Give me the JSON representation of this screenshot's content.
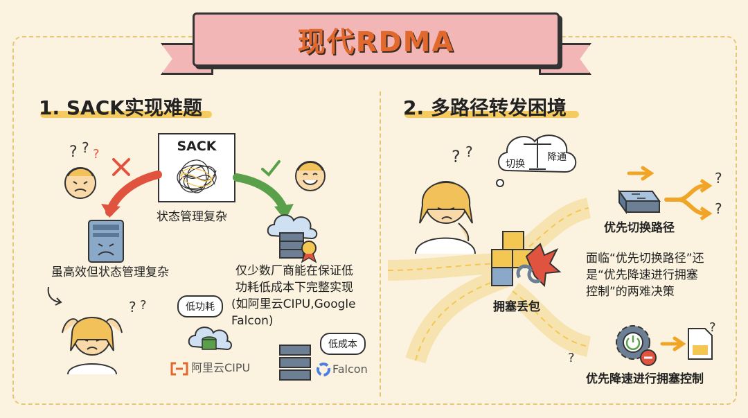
{
  "banner": {
    "title": "现代RDMA"
  },
  "section1": {
    "title": "1. SACK实现难题",
    "sack_box": "SACK",
    "sack_caption": "状态管理复杂",
    "left_caption": "虽高效但状态管理复杂",
    "right_caption_line1": "仅少数厂商能在保证低",
    "right_caption_line2": "功耗低成本下完整实现",
    "right_caption_line3": "(如阿里云CIPU,Google",
    "right_caption_line4": "Falcon)",
    "bubble_low_power": "低功耗",
    "bubble_low_cost": "低成本",
    "logo_aliyun": "阿里云CIPU",
    "logo_falcon": "Falcon"
  },
  "section2": {
    "title": "2. 多路径转发困境",
    "scale_left": "切换",
    "scale_right": "降通",
    "congestion_caption": "拥塞丢包",
    "switch_caption": "优先切换路径",
    "dilemma_line1": "面临“优先切换路径”还",
    "dilemma_line2": "是“优先降速进行拥塞",
    "dilemma_line3": "控制”的两难决策",
    "slowdown_caption": "优先降速进行拥塞控制"
  },
  "colors": {
    "background": "#fbf3df",
    "banner": "#f3b6b6",
    "title_orange": "#e1692e",
    "highlight": "#f4c752",
    "red_arrow": "#e0533e",
    "green_arrow": "#5aa04a",
    "blue_device": "#8aa8c8"
  }
}
